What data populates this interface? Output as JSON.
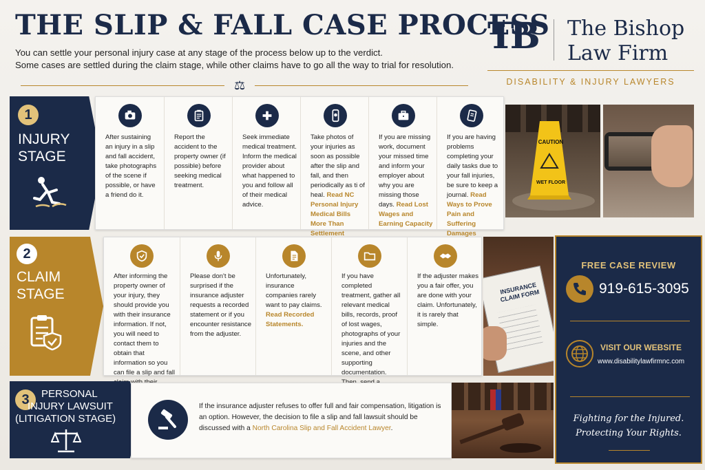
{
  "header": {
    "title": "THE SLIP & FALL CASE PROCESS",
    "intro_line1": "You can settle your personal injury case at any stage of the process below up to the verdict.",
    "intro_line2": "Some cases are settled during the claim stage, while other claims have to go all the way to trial for resolution."
  },
  "brand": {
    "monogram": "TB",
    "name_line1": "The Bishop",
    "name_line2": "Law Firm",
    "tagline": "DISABILITY & INJURY LAWYERS"
  },
  "stage1": {
    "number": "1",
    "title_line1": "INJURY",
    "title_line2": "STAGE",
    "steps": [
      {
        "icon": "camera-icon",
        "text": "After sustaining an injury in a slip and fall accident, take photographs of the scene if possible, or have a friend do it.",
        "link": ""
      },
      {
        "icon": "clipboard-icon",
        "text": "Report the accident to the property owner (if possible) before seeking medical treatment.",
        "link": ""
      },
      {
        "icon": "medical-cross-icon",
        "text": "Seek immediate medical treatment. Inform the medical provider about what happened to you and follow all of their medical advice.",
        "link": ""
      },
      {
        "icon": "phone-icon",
        "text": "Take photos of your injuries as soon as possible after the slip and fall, and then periodically as ti of heal.",
        "link": "Read NC Personal Injury Medical Bills More Than Settlement"
      },
      {
        "icon": "briefcase-icon",
        "text": "If you are missing work, document your missed time and inform your employer about why you are missing those days.",
        "link": "Read Lost Wages and Earning Capacity"
      },
      {
        "icon": "journal-icon",
        "text": "If you are having problems completing your daily tasks due to your fall injuries, be sure to keep a journal.",
        "link": "Read Ways to Prove Pain and Suffering Damages"
      }
    ]
  },
  "stage2": {
    "number": "2",
    "title_line1": "CLAIM",
    "title_line2": "STAGE",
    "steps": [
      {
        "icon": "shield-icon",
        "text": "After informing the property owner of your injury, they should provide you with their insurance information. If not, you will need to contact them to obtain that information so you can file a slip and fall claim with their insurance.",
        "link": ""
      },
      {
        "icon": "microphone-icon",
        "text": "Please don't be surprised if the insurance adjuster requests a recorded statement or if you encounter resistance from the adjuster.",
        "link": ""
      },
      {
        "icon": "document-icon",
        "text": "Unfortunately, insurance companies rarely want to pay claims.",
        "link": "Read Recorded Statements."
      },
      {
        "icon": "folder-icon",
        "text": "If you have completed treatment, gather all relevant medical bills, records, proof of lost wages, photographs of your injuries and the scene, and other supporting documentation. Then, send a demand package to the adjuster.",
        "link": ""
      },
      {
        "icon": "handshake-icon",
        "text": "If the adjuster makes you a fair offer, you are done with your claim. Unfortunately, it is rarely that simple.",
        "link": ""
      }
    ]
  },
  "stage3": {
    "number": "3",
    "title_line1": "PERSONAL",
    "title_line2": "INJURY LAWSUIT",
    "title_line3": "(LITIGATION STAGE)",
    "text": "If the insurance adjuster refuses to offer full and fair compensation, litigation is an option. However, the decision to file a slip and fall lawsuit should be discussed with a",
    "link": "North Carolina Slip and Fall Accident Lawyer",
    "text_end": "."
  },
  "photos": {
    "caution_sign_line1": "CAUTION",
    "caution_sign_line2": "WET FLOOR",
    "form_title_line1": "INSURANCE",
    "form_title_line2": "CLAIM FORM"
  },
  "review": {
    "heading": "FREE CASE REVIEW",
    "phone": "919-615-3095",
    "website_heading": "VISIT OUR WEBSITE",
    "website": "www.disabilitylawfirmnc.com",
    "slogan_line1": "Fighting for the Injured.",
    "slogan_line2": "Protecting Your Rights."
  },
  "colors": {
    "navy": "#1b2a48",
    "gold": "#b8862b",
    "cream": "#fbfaf7"
  }
}
